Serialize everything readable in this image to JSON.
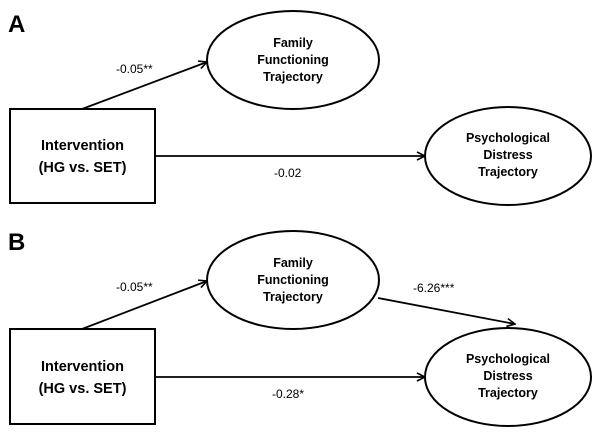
{
  "panels": [
    {
      "letter": "A",
      "intervention": {
        "line1": "Intervention",
        "line2": "(HG vs. SET)"
      },
      "family": {
        "line1": "Family",
        "line2": "Functioning",
        "line3": "Trajectory"
      },
      "distress": {
        "line1": "Psychological",
        "line2": "Distress",
        "line3": "Trajectory"
      },
      "paths": {
        "intervention_to_family": "-0.05**",
        "intervention_to_distress": "-0.02"
      }
    },
    {
      "letter": "B",
      "intervention": {
        "line1": "Intervention",
        "line2": "(HG vs. SET)"
      },
      "family": {
        "line1": "Family",
        "line2": "Functioning",
        "line3": "Trajectory"
      },
      "distress": {
        "line1": "Psychological",
        "line2": "Distress",
        "line3": "Trajectory"
      },
      "paths": {
        "intervention_to_family": "-0.05**",
        "family_to_distress": "-6.26***",
        "intervention_to_distress": "-0.28*"
      }
    }
  ]
}
